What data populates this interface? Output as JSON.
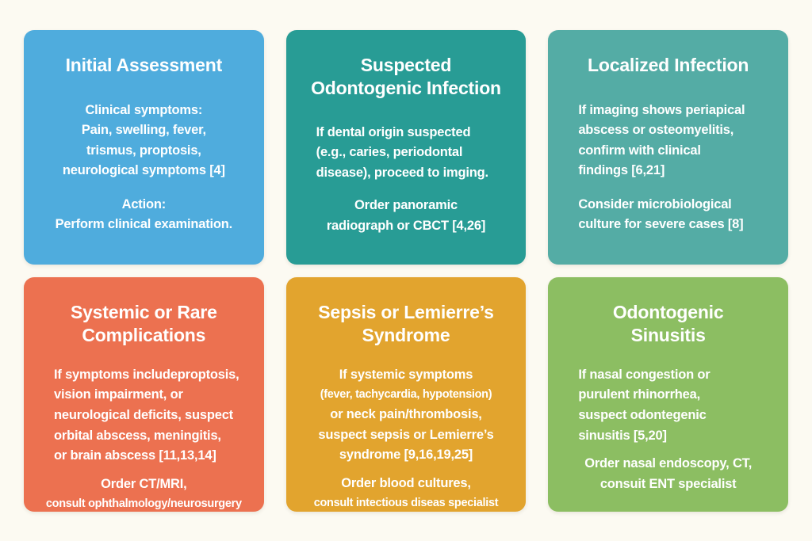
{
  "page": {
    "background": "#FCFAF2",
    "text_color": "#FFFFFF"
  },
  "cards": [
    {
      "id": "initial-assessment",
      "color": "#4FACDD",
      "title": "Initial Assessment",
      "blocks": [
        {
          "align": "center",
          "lines": [
            {
              "text": "Clinical symptoms:"
            },
            {
              "text": "Pain, swelling, fever,"
            },
            {
              "text": "trismus, proptosis,"
            },
            {
              "text": "neurological symptoms [4]"
            }
          ]
        },
        {
          "align": "center",
          "lines": [
            {
              "text": "Action:"
            },
            {
              "text": "Perform clinical examination."
            }
          ]
        }
      ]
    },
    {
      "id": "suspected-odontogenic-infection",
      "color": "#289C95",
      "title": "Suspected\nOdontogenic Infection",
      "blocks": [
        {
          "align": "left",
          "lines": [
            {
              "text": "If dental origin suspected"
            },
            {
              "text": "(e.g., caries, periodontal"
            },
            {
              "text": "disease), proceed to imging."
            }
          ]
        },
        {
          "align": "center",
          "lines": [
            {
              "text": "Order panoramic"
            },
            {
              "text": "radiograph or CBCT [4,26]"
            }
          ]
        }
      ]
    },
    {
      "id": "localized-infection",
      "color": "#54ACA5",
      "title": "Localized Infection",
      "blocks": [
        {
          "align": "left",
          "lines": [
            {
              "text": "If imaging shows periapical"
            },
            {
              "text": "abscess or osteomyelitis,"
            },
            {
              "text": "confirm with clinical"
            },
            {
              "text": "findings [6,21]"
            }
          ]
        },
        {
          "align": "left",
          "lines": [
            {
              "text": "Consider microbiological"
            },
            {
              "text": "culture for severe cases [8]"
            }
          ]
        }
      ]
    },
    {
      "id": "systemic-or-rare-complications",
      "color": "#EC7150",
      "title": "Systemic or Rare\nComplications",
      "blocks": [
        {
          "align": "left",
          "lines": [
            {
              "text": "If symptoms includeproptosis,"
            },
            {
              "text": "vision impairment, or"
            },
            {
              "text": "neurological deficits, suspect"
            },
            {
              "text": "orbital abscess, meningitis,"
            },
            {
              "text": "or brain abscess [11,13,14]"
            }
          ]
        },
        {
          "align": "center",
          "lines": [
            {
              "text": "Order CT/MRI,"
            },
            {
              "text": "consult ophthalmology/neurosurgery",
              "small": true
            }
          ]
        }
      ]
    },
    {
      "id": "sepsis-or-lemierres-syndrome",
      "color": "#E2A42E",
      "title": "Sepsis or Lemierre’s\nSyndrome",
      "blocks": [
        {
          "align": "center",
          "lines": [
            {
              "text": "If systemic symptoms"
            },
            {
              "text": "(fever, tachycardia, hypotension)",
              "small": true
            },
            {
              "text": "or neck pain/thrombosis,"
            },
            {
              "text": "suspect sepsis or Lemierre’s"
            },
            {
              "text": "syndrome [9,16,19,25]"
            }
          ]
        },
        {
          "align": "center",
          "lines": [
            {
              "text": "Order blood cultures,"
            },
            {
              "text": "consult intectious diseas specialist",
              "small": true
            }
          ]
        }
      ]
    },
    {
      "id": "odontogenic-sinusitis",
      "color": "#8CBE62",
      "title": "Odontogenic\nSinusitis",
      "blocks": [
        {
          "align": "left",
          "lines": [
            {
              "text": "If nasal congestion or"
            },
            {
              "text": "purulent rhinorrhea,"
            },
            {
              "text": "suspect odontegenic"
            },
            {
              "text": "sinusitis [5,20]"
            }
          ]
        },
        {
          "align": "center",
          "lines": [
            {
              "text": "Order nasal endoscopy, CT,"
            },
            {
              "text": "consuit ENT specialist"
            }
          ]
        }
      ]
    }
  ]
}
